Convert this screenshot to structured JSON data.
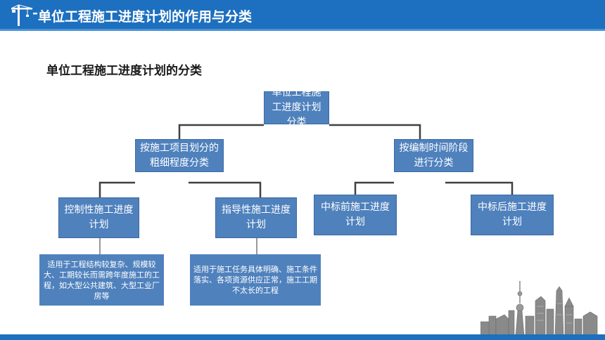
{
  "header": {
    "title": "单位工程施工进度计划的作用与分类",
    "icon": "tower-crane-icon",
    "color": "#1d6fbf"
  },
  "section": {
    "title": "单位工程施工进度计划的分类"
  },
  "diagram": {
    "root": "单位工程施工进度计划分类",
    "branch_left": "按施工项目划分的粗细程度分类",
    "branch_right": "按编制时间阶段进行分类",
    "leaf_control": "控制性施工进度计划",
    "leaf_guide": "指导性施工进度计划",
    "leaf_prebid": "中标前施工进度计划",
    "leaf_postbid": "中标后施工进度计划",
    "desc_control": "适用于工程结构较复杂、规模较大、工期较长而需跨年度施工的工程，如大型公共建筑、大型工业厂房等",
    "desc_guide": "适用于施工任务具体明确、施工条件落实、各项资源供应正常，施工工期不太长的工程",
    "box_color": "#4f81bd"
  },
  "decoration": {
    "skyline": "city-skyline-icon"
  }
}
